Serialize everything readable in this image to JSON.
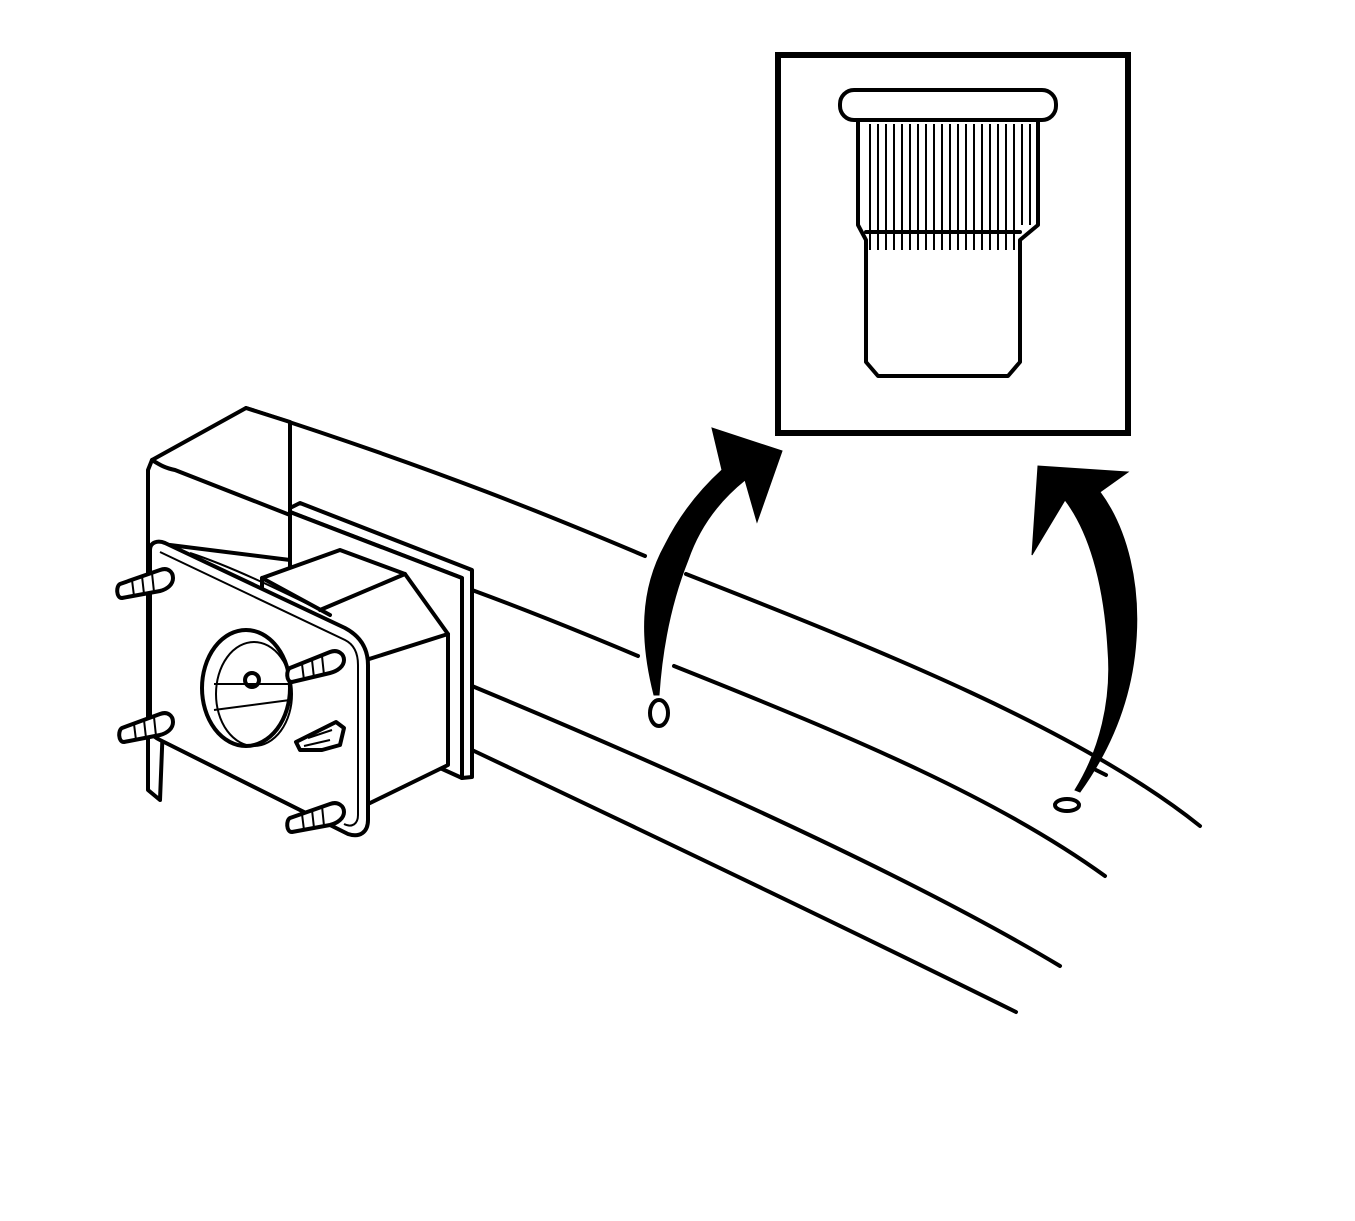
{
  "diagram": {
    "components": [
      "frame-rail",
      "mounting-bracket",
      "mounting-plate",
      "mounting-studs",
      "bracket-holes",
      "rivet-nut-detail",
      "indicator-arrows"
    ],
    "colors": {
      "line": "#000000",
      "background": "#ffffff"
    },
    "stud_count": 4,
    "hole_count": 2,
    "arrow_count": 2
  }
}
